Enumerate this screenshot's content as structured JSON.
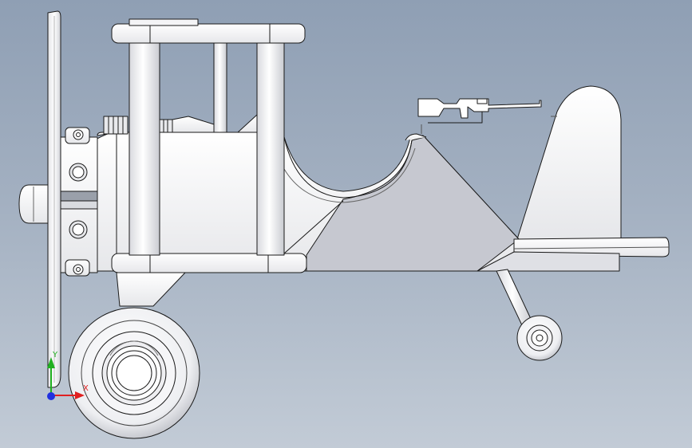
{
  "viewport": {
    "background_top": "#8f9fb4",
    "background_bottom": "#c2cbd6"
  },
  "model": {
    "name": "",
    "view": "right side view",
    "body_color": "#f2f2f2",
    "shadow_color": "#b9bcc6",
    "edge_color": "#1a1a1a"
  },
  "triad": {
    "x_label": "X",
    "y_label": "Y",
    "x_color": "#e02020",
    "y_color": "#20b020",
    "z_color": "#2030e0"
  }
}
